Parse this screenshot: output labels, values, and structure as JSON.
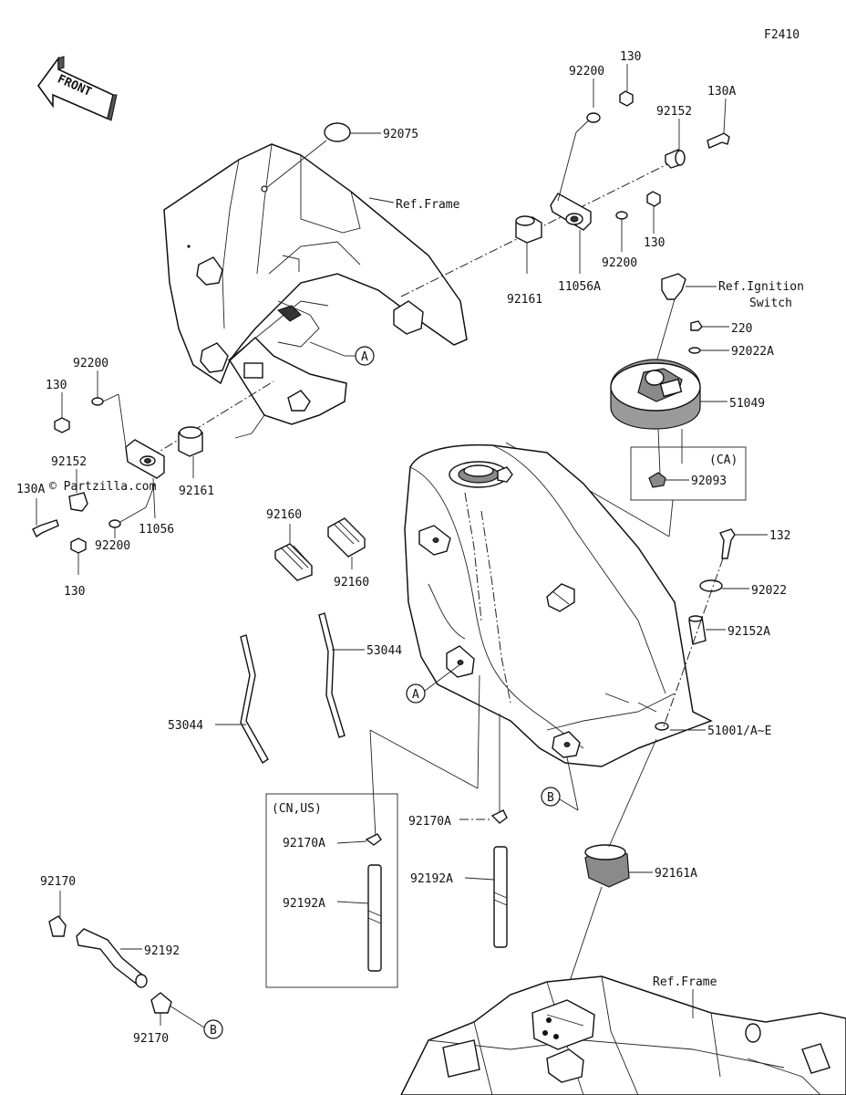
{
  "figure_code": "F2410",
  "watermark": "© Partzilla.com",
  "front_arrow_label": "FRONT",
  "callouts": {
    "a1": "A",
    "a2": "A",
    "b1": "B",
    "b2": "B"
  },
  "region_notes": {
    "ca": "(CA)",
    "cn_us": "(CN,US)"
  },
  "part_labels": {
    "p92075": "92075",
    "ref_frame_top": "Ref.Frame",
    "p130_top": "130",
    "p92200_top": "92200",
    "p130A_top": "130A",
    "p92152_top": "92152",
    "p92161_right": "92161",
    "p11056A": "11056A",
    "p92200_right": "92200",
    "p130_right": "130",
    "ref_ignition_1": "Ref.Ignition",
    "ref_ignition_2": "Switch",
    "p220": "220",
    "p92022A": "92022A",
    "p51049": "51049",
    "p92093": "92093",
    "p92200_left": "92200",
    "p130_left": "130",
    "p92152_left": "92152",
    "p130A_left": "130A",
    "p92161_left": "92161",
    "p11056": "11056",
    "p92200_left2": "92200",
    "p130_left2": "130",
    "p92160_a": "92160",
    "p92160_b": "92160",
    "p53044_a": "53044",
    "p53044_b": "53044",
    "p132": "132",
    "p92022": "92022",
    "p92152A": "92152A",
    "p51001": "51001/A~E",
    "p92170A_box": "92170A",
    "p92192A_box": "92192A",
    "p92170A_mid": "92170A",
    "p92192A_mid": "92192A",
    "p92161A": "92161A",
    "ref_frame_bottom": "Ref.Frame",
    "p92170_top": "92170",
    "p92192": "92192",
    "p92170_bottom": "92170"
  }
}
